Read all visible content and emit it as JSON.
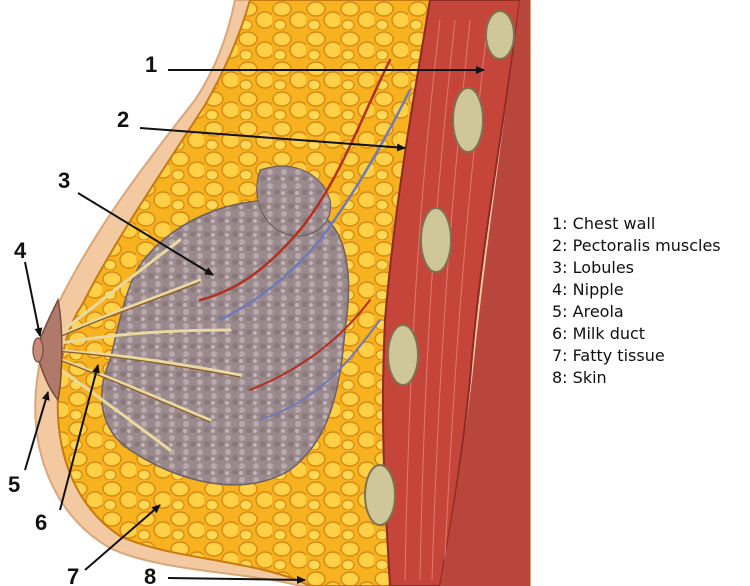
{
  "diagram": {
    "markers": [
      "1",
      "2",
      "3",
      "4",
      "5",
      "6",
      "7",
      "8"
    ],
    "legend": [
      "1: Chest wall",
      "2: Pectoralis muscles",
      "3: Lobules",
      "4: Nipple",
      "5: Areola",
      "6: Milk duct",
      "7: Fatty tissue",
      "8: Skin"
    ]
  },
  "colors": {
    "skin": "#f2c9a0",
    "fat": "#f5b82a",
    "lobule": "#9c8a8c",
    "muscle": "#c5453a",
    "rib": "#cfc69a",
    "artery": "#b4301e",
    "vein": "#6f7bb8"
  }
}
